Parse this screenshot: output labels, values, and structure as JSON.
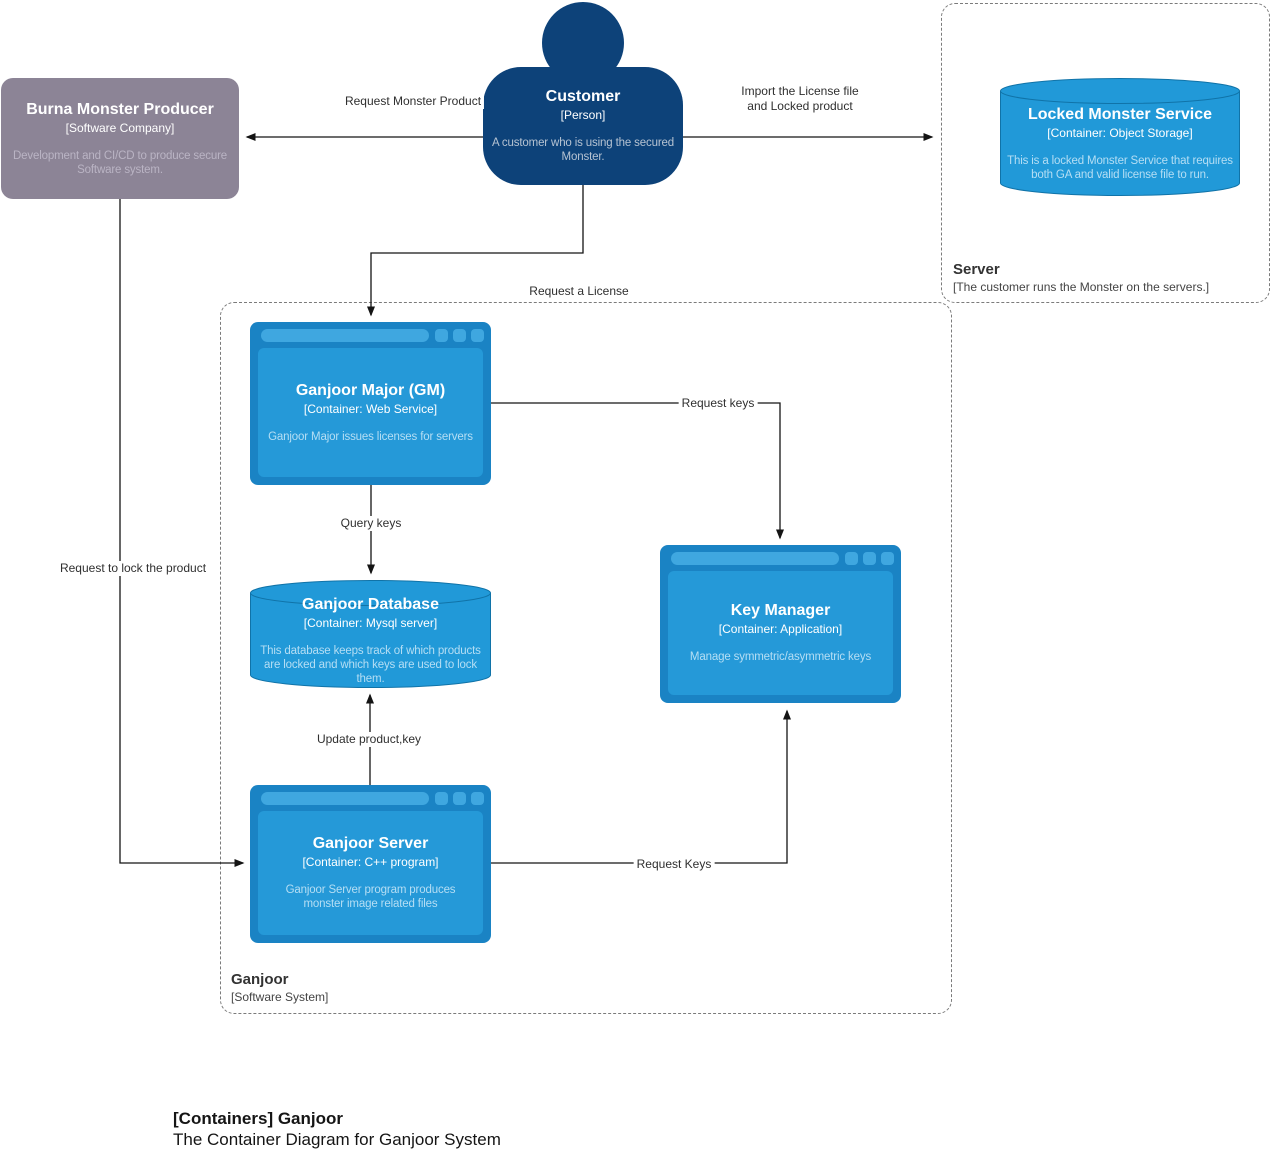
{
  "page": {
    "caption_title": "[Containers] Ganjoor",
    "caption_subtitle": "The Container Diagram for Ganjoor System"
  },
  "boundaries": {
    "server": {
      "name": "Server",
      "subtitle": "[The customer runs the Monster on the servers.]"
    },
    "ganjoor": {
      "name": "Ganjoor",
      "subtitle": "[Software System]"
    }
  },
  "nodes": {
    "customer": {
      "name": "Customer",
      "type": "[Person]",
      "description": "A customer who is using the secured Monster."
    },
    "burna_monster_producer": {
      "name": "Burna Monster Producer",
      "type": "[Software Company]",
      "description": "Development and CI/CD to produce secure Software system."
    },
    "locked_monster_service": {
      "name": "Locked Monster Service",
      "type": "[Container: Object Storage]",
      "description": "This is a locked Monster Service that requires both GA and valid license file to run."
    },
    "ganjoor_major": {
      "name": "Ganjoor Major (GM)",
      "type": "[Container: Web Service]",
      "description": "Ganjoor Major issues licenses for servers"
    },
    "ganjoor_database": {
      "name": "Ganjoor Database",
      "type": "[Container: Mysql server]",
      "description": "This database keeps track of which products are locked and which keys are used to lock them."
    },
    "key_manager": {
      "name": "Key Manager",
      "type": "[Container: Application]",
      "description": "Manage symmetric/asymmetric keys"
    },
    "ganjoor_server": {
      "name": "Ganjoor Server",
      "type": "[Container: C++ program]",
      "description": "Ganjoor Server program produces monster image related files"
    }
  },
  "edges": {
    "request_monster_product": {
      "label": "Request Monster Product"
    },
    "import_license": {
      "line1": "Import the License file",
      "line2": "and Locked product"
    },
    "request_a_license": {
      "label": "Request a License"
    },
    "gm_request_keys": {
      "label": "Request keys"
    },
    "query_keys": {
      "label": "Query keys"
    },
    "update_product_key": {
      "label": "Update product,key"
    },
    "server_request_keys": {
      "label": "Request Keys"
    },
    "request_to_lock": {
      "label": "Request to lock the product"
    }
  },
  "colors": {
    "person_fill": "#0d4279",
    "external_fill": "#8c8496",
    "container_fill": "#2199d8",
    "container_stroke": "#1073a8",
    "browser_frame": "#1a83c4",
    "browser_panel": "#2599d8",
    "browser_accent": "#3fa7e0",
    "edge_line": "#141414",
    "boundary_dash": "#7b7b7b"
  }
}
